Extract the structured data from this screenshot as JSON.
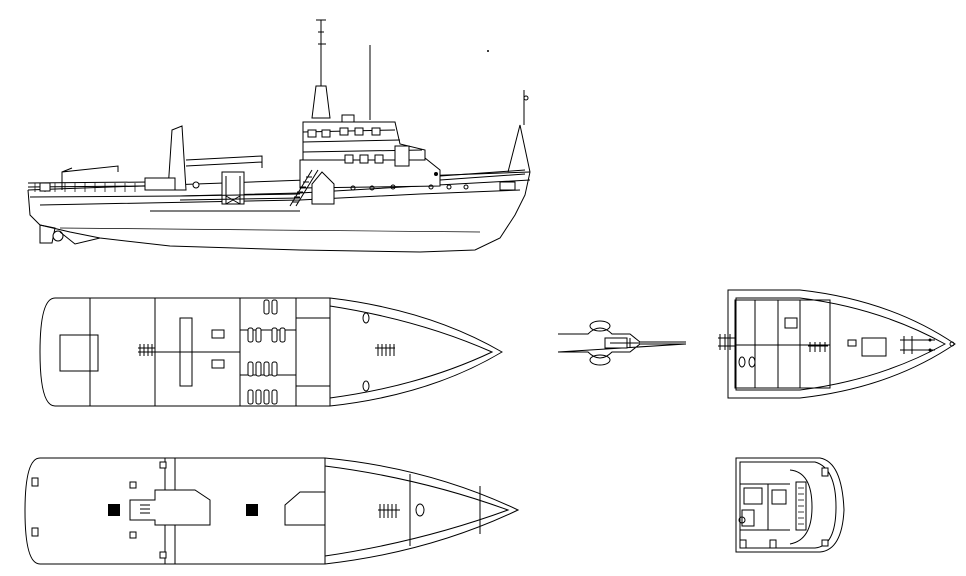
{
  "drawing": {
    "subject": "ship-general-arrangement",
    "views": [
      {
        "id": "profile"
      },
      {
        "id": "lower-deck-plan"
      },
      {
        "id": "main-deck-plan"
      },
      {
        "id": "wheelhouse-top-plan"
      },
      {
        "id": "bridge-deck-plan"
      },
      {
        "id": "wheelhouse-deck-plan"
      }
    ],
    "line_color": "#000000",
    "background_color": "#ffffff"
  }
}
